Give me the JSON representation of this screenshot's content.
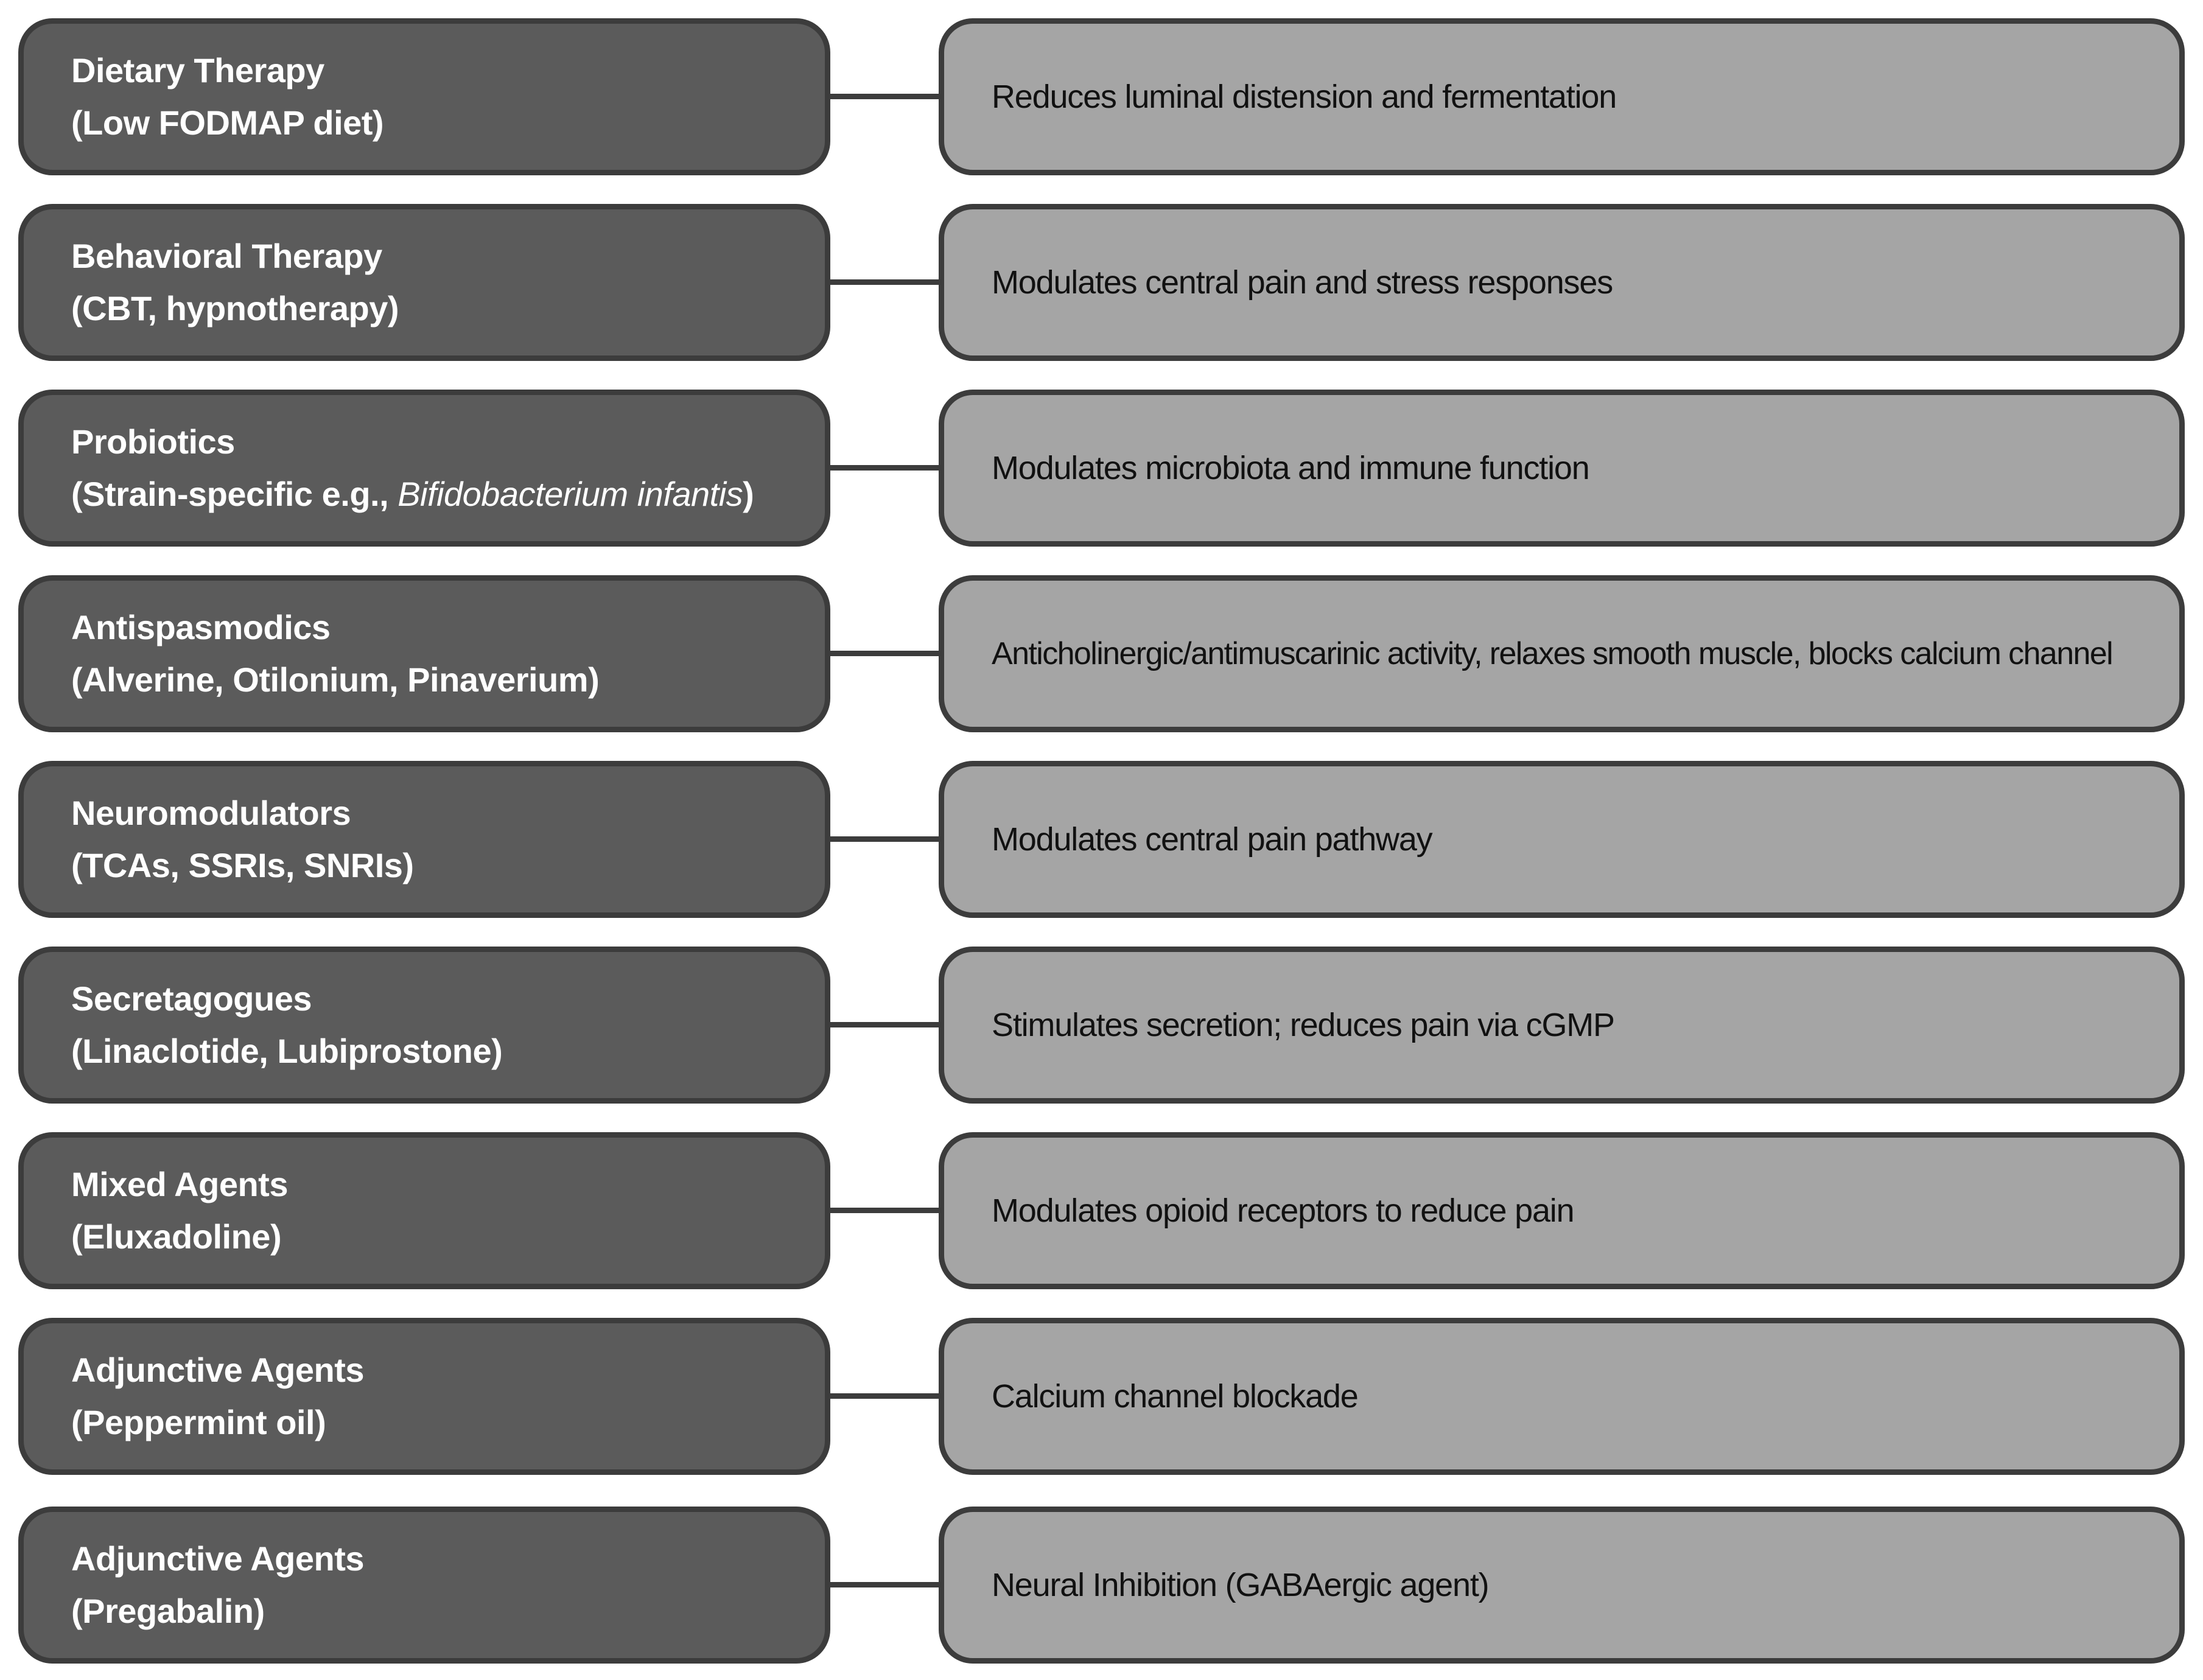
{
  "rows": [
    {
      "category": "Dietary Therapy",
      "examples": "(Low FODMAP diet)",
      "mechanism": "Reduces luminal distension and fermentation"
    },
    {
      "category": "Behavioral Therapy",
      "examples": "(CBT, hypnotherapy)",
      "mechanism": "Modulates central pain and stress responses"
    },
    {
      "category": "Probiotics",
      "examples_prefix": "(Strain-specific e.g., ",
      "examples_italic": "Bifidobacterium infantis",
      "examples_suffix": ")",
      "mechanism": "Modulates microbiota and immune function"
    },
    {
      "category": "Antispasmodics",
      "examples": "(Alverine, Otilonium, Pinaverium)",
      "mechanism": "Anticholinergic/antimuscarinic activity, relaxes smooth muscle, blocks calcium channel"
    },
    {
      "category": "Neuromodulators",
      "examples": "(TCAs, SSRIs, SNRIs)",
      "mechanism": "Modulates central pain pathway"
    },
    {
      "category": "Secretagogues",
      "examples": "(Linaclotide, Lubiprostone)",
      "mechanism": "Stimulates secretion; reduces pain via cGMP"
    },
    {
      "category": "Mixed Agents",
      "examples": "(Eluxadoline)",
      "mechanism": "Modulates opioid receptors to reduce pain"
    },
    {
      "category": "Adjunctive Agents",
      "examples": "(Peppermint oil)",
      "mechanism": "Calcium channel blockade"
    },
    {
      "category": "Adjunctive Agents",
      "examples": "(Pregabalin)",
      "mechanism": "Neural Inhibition (GABAergic agent)"
    }
  ],
  "colors": {
    "left_fill": "#5b5b5b",
    "right_fill": "#a5a5a5",
    "border": "#3c3c3c",
    "left_text": "#ffffff",
    "right_text": "#111111"
  }
}
